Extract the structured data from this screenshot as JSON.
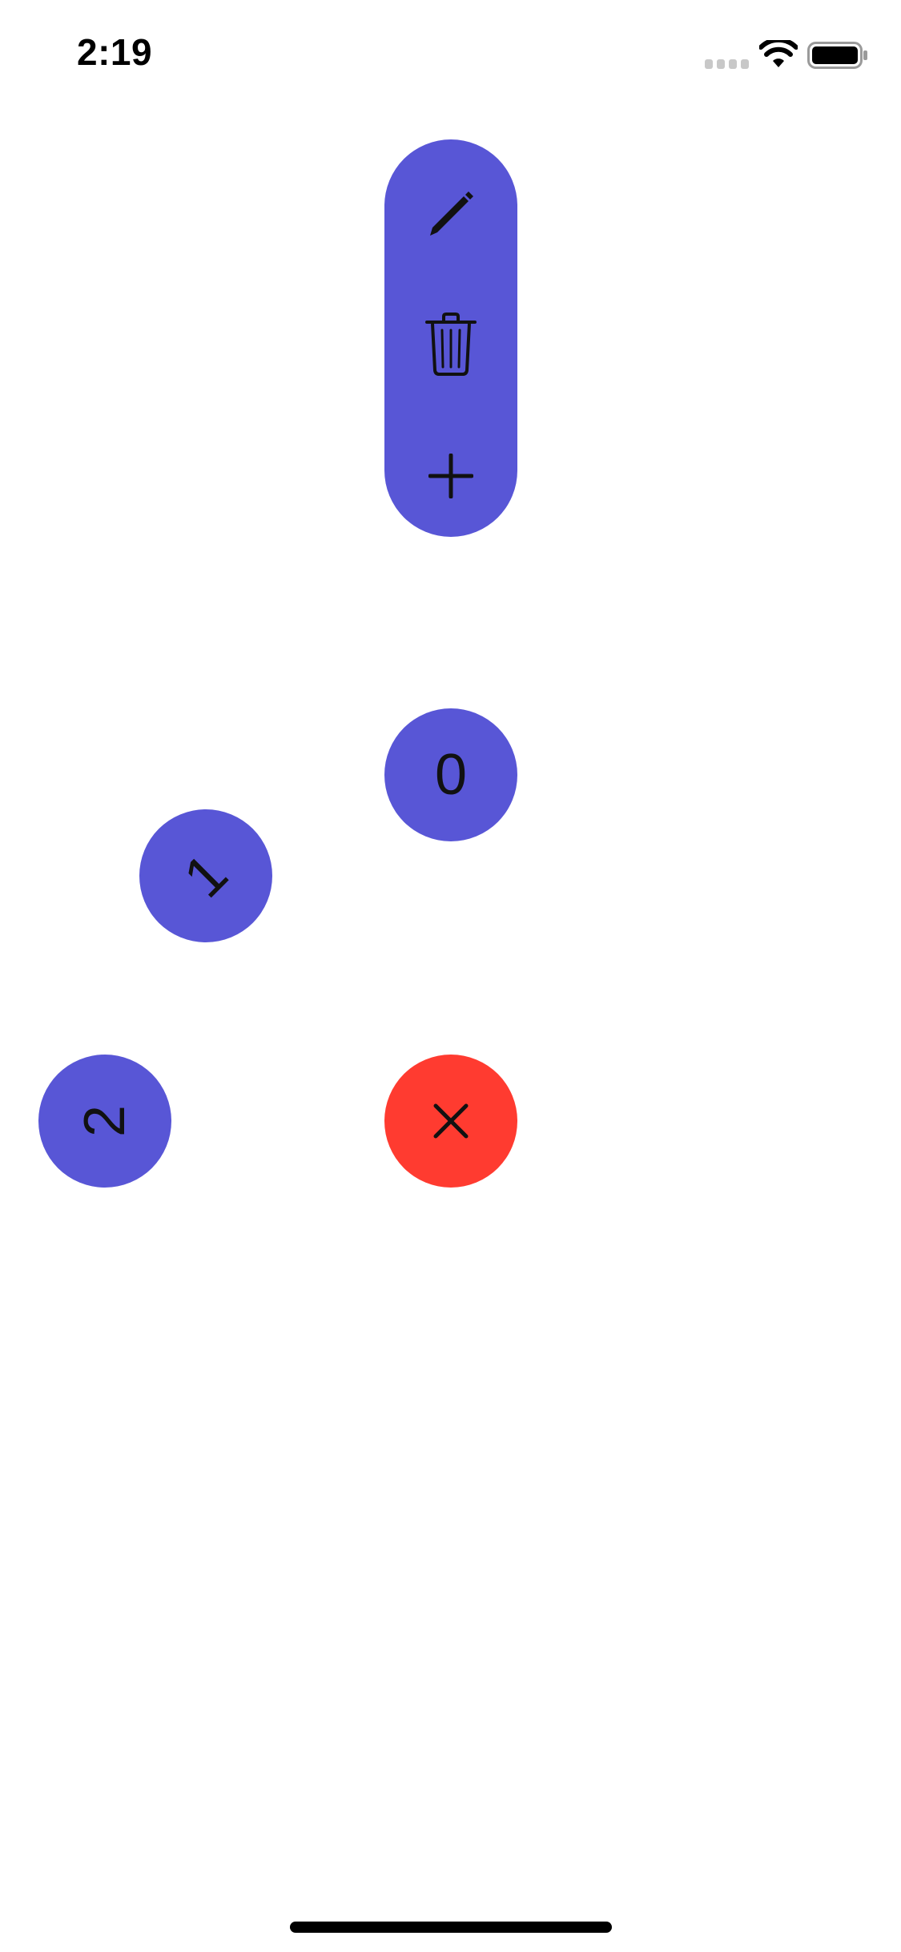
{
  "status_bar": {
    "time": "2:19",
    "icons": [
      "cellular-signal-icon",
      "wifi-icon",
      "battery-icon"
    ]
  },
  "menu": {
    "color": "#5856D6",
    "actions": [
      {
        "name": "edit",
        "icon": "pencil-icon"
      },
      {
        "name": "delete",
        "icon": "trash-icon"
      },
      {
        "name": "add",
        "icon": "plus-icon"
      }
    ]
  },
  "buttons": [
    {
      "label": "0",
      "color": "#5856D6"
    },
    {
      "label": "1",
      "color": "#5856D6"
    },
    {
      "label": "2",
      "color": "#5856D6"
    }
  ],
  "close_button": {
    "icon": "close-icon",
    "color": "#FF3B30"
  }
}
